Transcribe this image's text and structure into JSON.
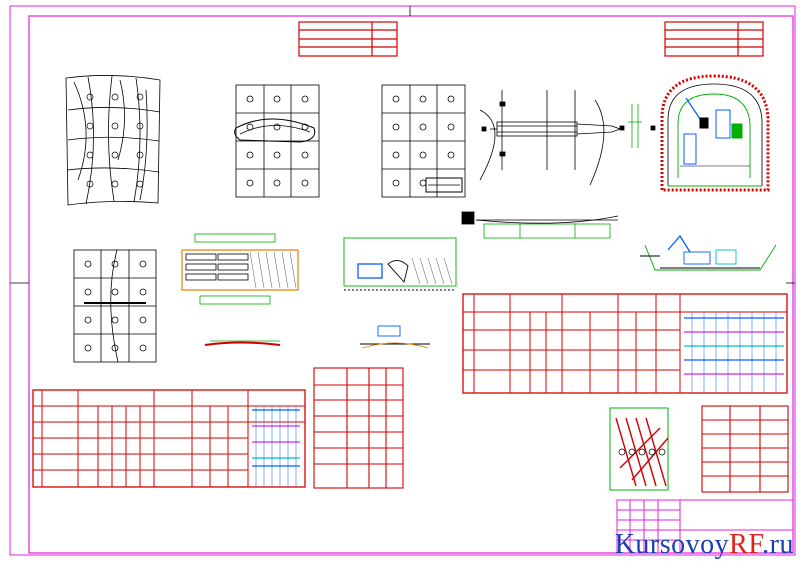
{
  "drawing": {
    "line_color": "#000000",
    "frame_color": "#e020e0",
    "table_color": "#d40000",
    "accent_green": "#00b000",
    "accent_blue": "#0060ff",
    "accent_cyan": "#00c0c0"
  },
  "watermark": {
    "part1": "Kursovoy",
    "part2": "RF",
    "part3": ".ru",
    "color_main": "#1a3fb0",
    "color_accent": "#e0201a"
  }
}
